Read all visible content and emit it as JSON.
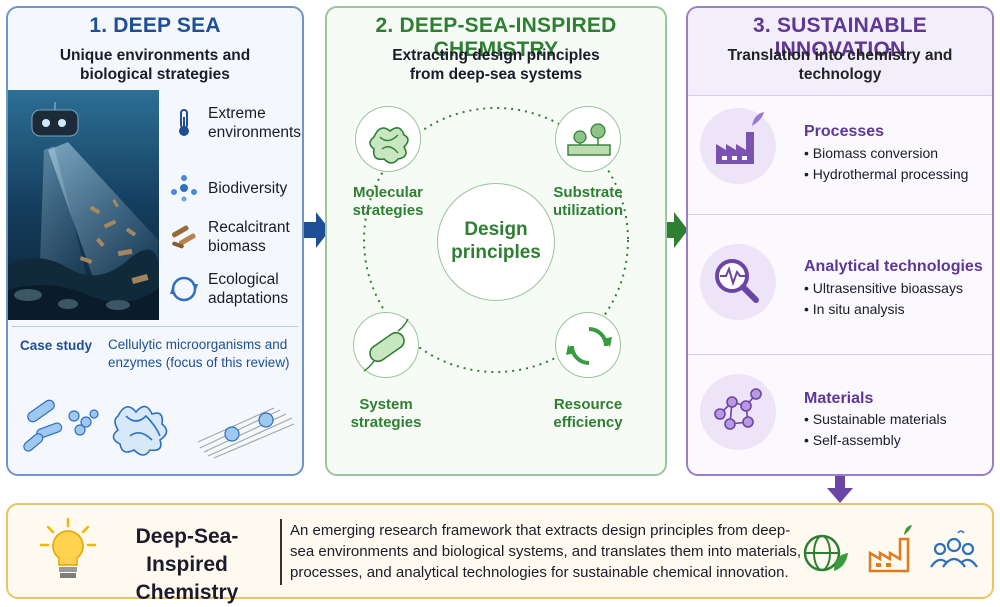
{
  "panel1": {
    "title": "1. DEEP SEA",
    "subtitle": "Unique environments and\nbiological strategies",
    "features": [
      {
        "icon": "thermometer-icon",
        "label": "Extreme\nenvironments"
      },
      {
        "icon": "biodiversity-dots-icon",
        "label": "Biodiversity"
      },
      {
        "icon": "wood-logs-icon",
        "label": "Recalcitrant\nbiomass"
      },
      {
        "icon": "cycle-arrows-icon",
        "label": "Ecological\nadaptations"
      }
    ],
    "case_label": "Case study",
    "case_text": "Cellulytic microorganisms and enzymes (focus of this review)"
  },
  "panel2": {
    "title": "2. DEEP-SEA-INSPIRED CHEMISTRY",
    "subtitle": "Extracting design principles\nfrom deep-sea systems",
    "center": "Design\nprinciples",
    "nodes": [
      {
        "icon": "protein-structure-icon",
        "label": "Molecular\nstrategies"
      },
      {
        "icon": "substrate-surface-icon",
        "label": "Substrate\nutilization"
      },
      {
        "icon": "bacterium-icon",
        "label": "System\nstrategies"
      },
      {
        "icon": "recycle-arrows-icon",
        "label": "Resource\nefficiency"
      }
    ]
  },
  "panel3": {
    "title": "3. SUSTAINABLE INNOVATION",
    "subtitle": "Translation into chemistry and\ntechnology",
    "rows": [
      {
        "icon": "factory-leaf-icon",
        "title": "Processes",
        "items": [
          "• Biomass conversion",
          "• Hydrothermal processing"
        ]
      },
      {
        "icon": "magnifier-signal-icon",
        "title": "Analytical technologies",
        "items": [
          "• Ultrasensitive bioassays",
          "• In situ analysis"
        ]
      },
      {
        "icon": "molecule-network-icon",
        "title": "Materials",
        "items": [
          "• Sustainable materials",
          "• Self-assembly"
        ]
      }
    ]
  },
  "bottom": {
    "title": "Deep-Sea-Inspired\nChemistry",
    "text": "An emerging research framework that extracts design principles from deep-sea environments and biological systems, and translates them into materials, processes, and analytical technologies for sustainable chemical innovation.",
    "icons": [
      "globe-leaf-icon",
      "factory-icon",
      "people-icon"
    ]
  },
  "colors": {
    "deep_sea_blue": "#1e4f95",
    "chemistry_green": "#2f7f33",
    "innovation_purple": "#5e3797",
    "accent_yellow": "#e9c46a"
  }
}
